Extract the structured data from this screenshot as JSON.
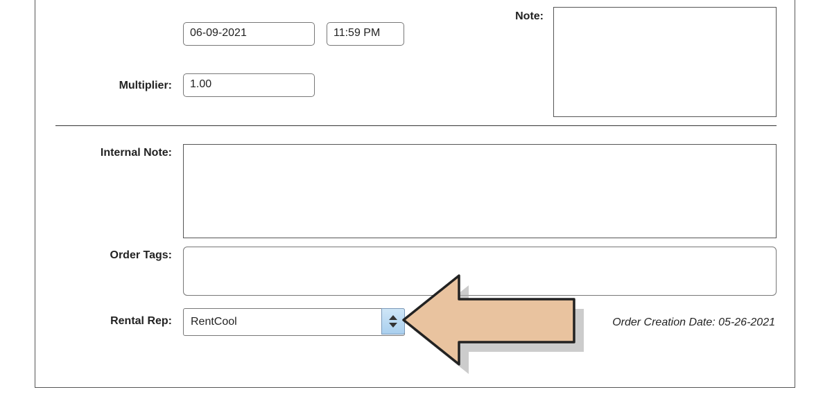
{
  "schedule": {
    "date_value": "06-09-2021",
    "time_value": "11:59 PM"
  },
  "multiplier": {
    "label": "Multiplier:",
    "value": "1.00"
  },
  "note": {
    "label": "Note:",
    "value": ""
  },
  "internal_note": {
    "label": "Internal Note:",
    "value": ""
  },
  "order_tags": {
    "label": "Order Tags:",
    "value": ""
  },
  "rental_rep": {
    "label": "Rental Rep:",
    "selected": "RentCool"
  },
  "order_creation": {
    "text": "Order Creation Date: 05-26-2021"
  },
  "callout": {
    "arrow_color": "#e9c39f",
    "points_to": "rental-rep-select"
  },
  "colors": {
    "spinner": "#b9daf2",
    "border": "#555555"
  }
}
